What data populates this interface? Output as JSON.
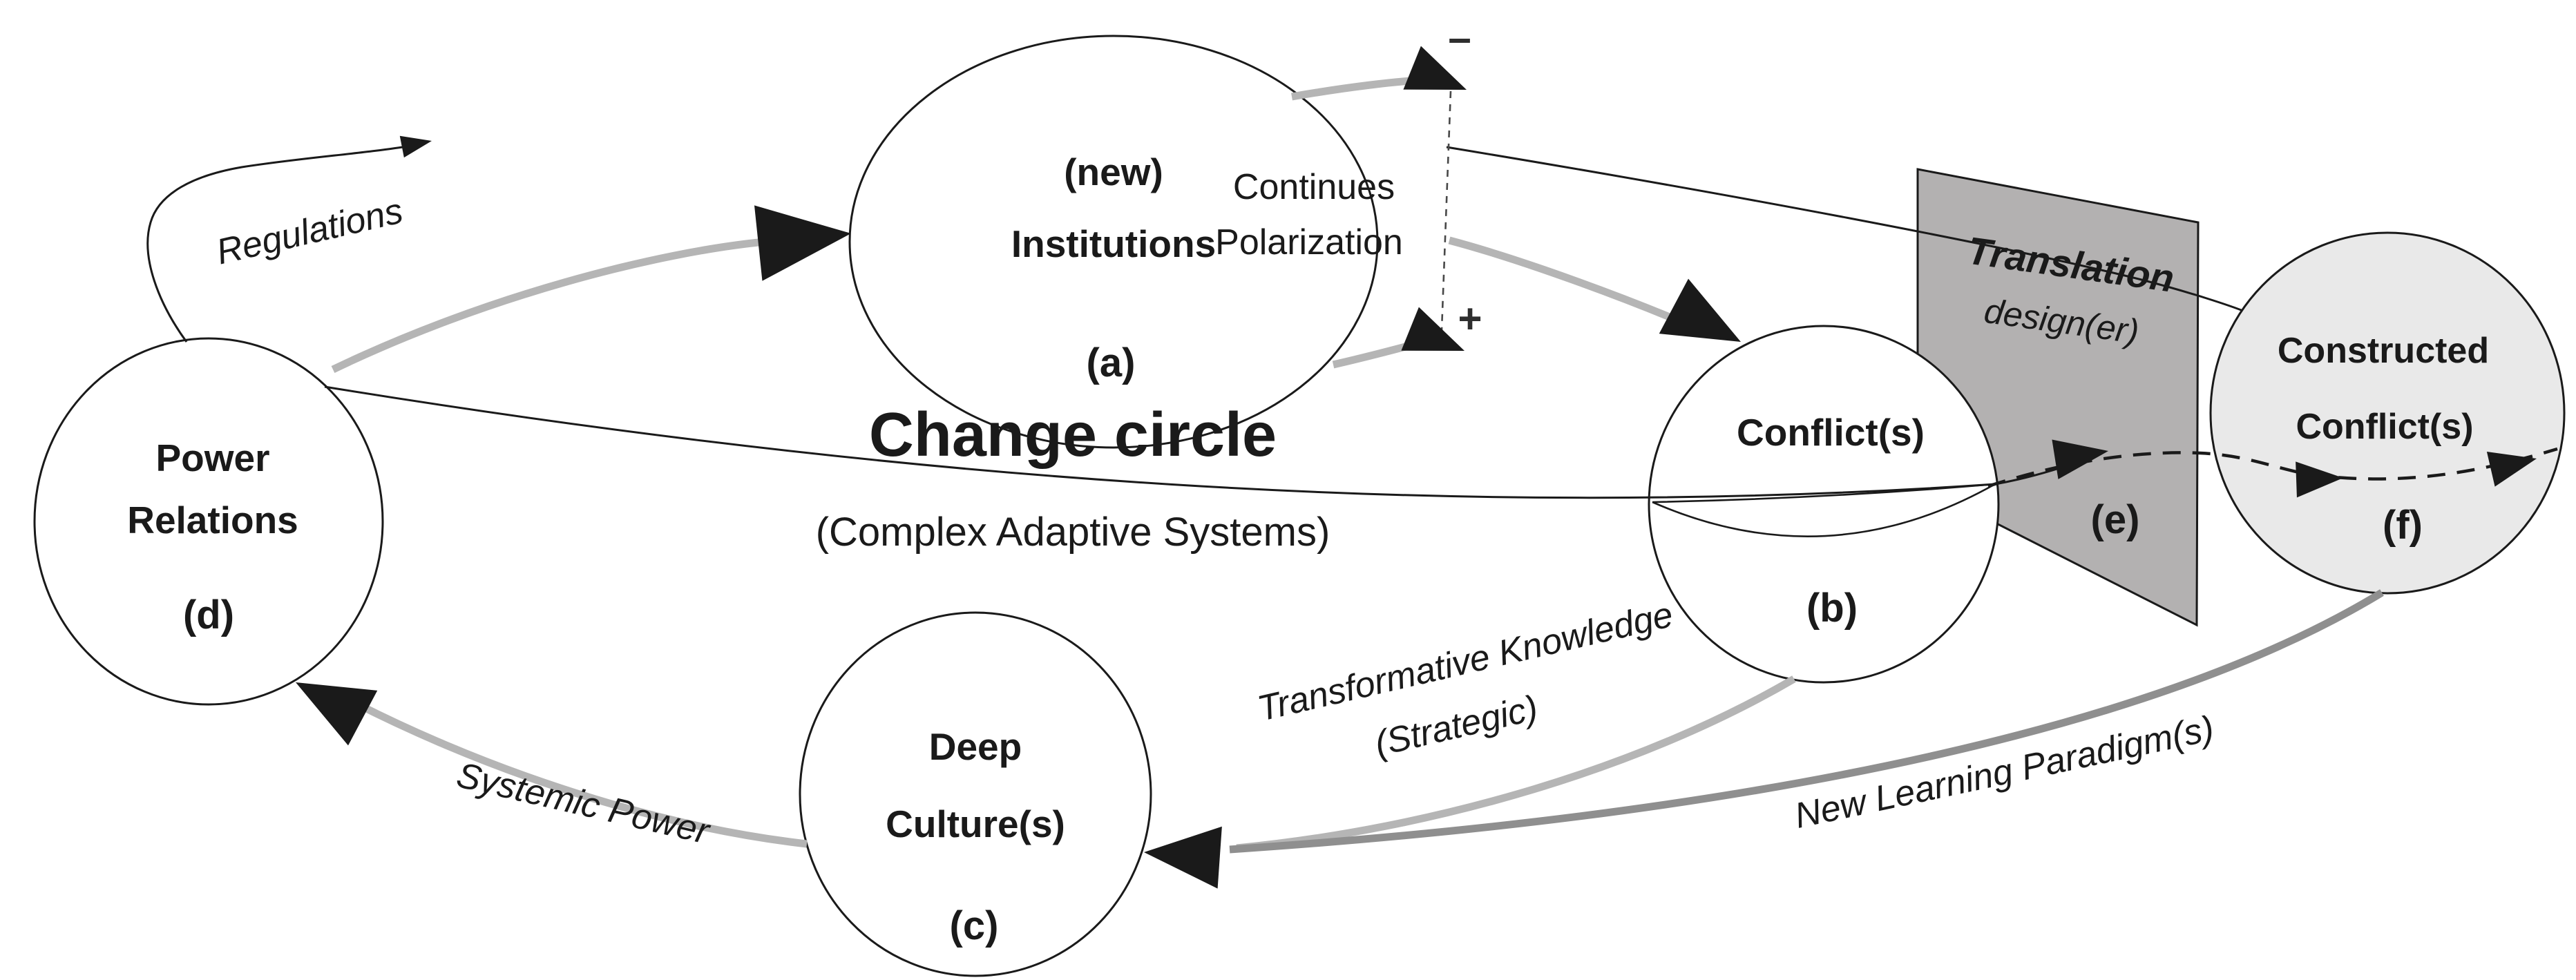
{
  "diagram": {
    "title": "Change circle",
    "subtitle": "(Complex Adaptive Systems)"
  },
  "nodes": {
    "institutions": {
      "line1": "(new)",
      "line2": "Institutions",
      "letter": "(a)"
    },
    "conflicts": {
      "label": "Conflict(s)",
      "letter": "(b)"
    },
    "deep_cultures": {
      "line1": "Deep",
      "line2": "Culture(s)",
      "letter": "(c)"
    },
    "power_relations": {
      "line1": "Power",
      "line2": "Relations",
      "letter": "(d)"
    },
    "translation": {
      "line1": "Translation",
      "line2": "design(er)",
      "letter": "(e)"
    },
    "constructed_conflicts": {
      "line1": "Constructed",
      "line2": "Conflict(s)",
      "letter": "(f)"
    }
  },
  "edges": {
    "regulations": {
      "label": "Regulations"
    },
    "continues_polarization": {
      "line1": "Continues",
      "line2": "Polarization",
      "minus": "–",
      "plus": "+"
    },
    "systemic_power": {
      "label": "Systemic Power"
    },
    "transformative_knowledge": {
      "line1": "Transformative Knowledge",
      "line2": "(Strategic)"
    },
    "new_learning_paradigms": {
      "label": "New Learning Paradigm(s)"
    }
  },
  "colors": {
    "ink": "#1a1a1a",
    "light_gray_arrow": "#b5b5b5",
    "dark_gray_arrow": "#8f8f8f",
    "plane_fill": "#b3b1b1",
    "constructed_fill": "#e9e9e9"
  }
}
